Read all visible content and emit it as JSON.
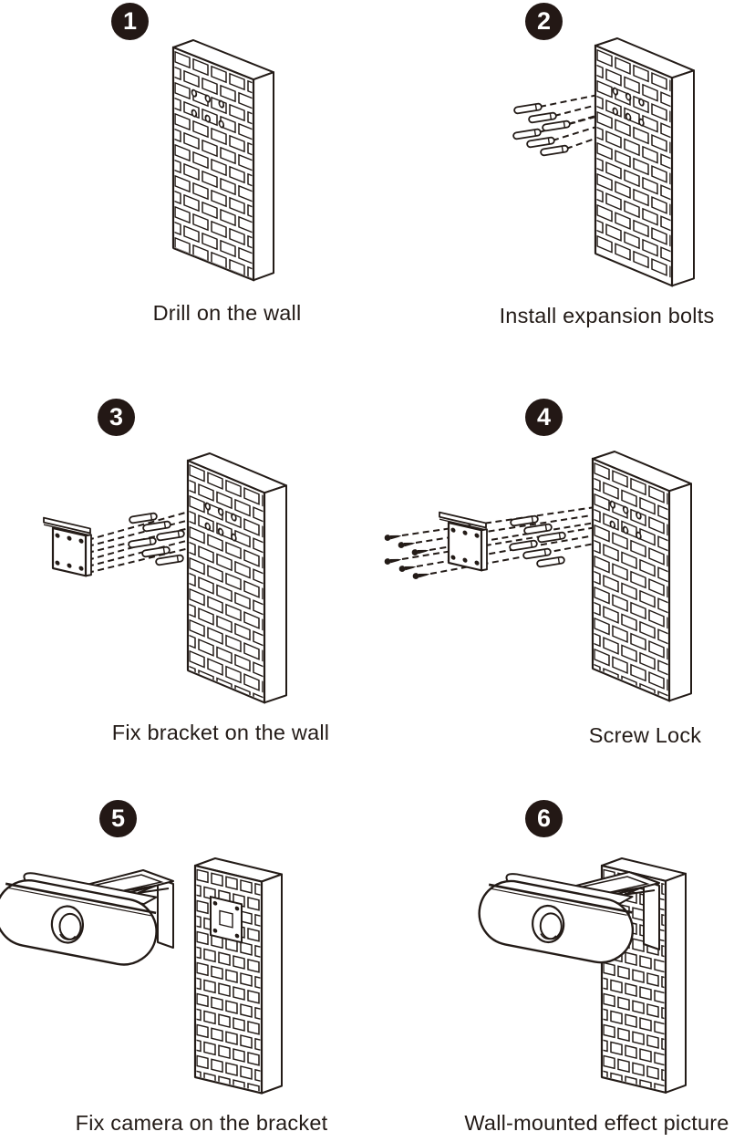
{
  "page": {
    "background_color": "#ffffff",
    "ink_color": "#231b17",
    "badge_color": "#231815",
    "badge_number_color": "#ffffff"
  },
  "steps": [
    {
      "number": "1",
      "caption": "Drill on the wall",
      "illustration": "brick-wall-with-drilled-holes"
    },
    {
      "number": "2",
      "caption": "Install expansion bolts",
      "illustration": "expansion-bolts-inserted-into-wall-holes"
    },
    {
      "number": "3",
      "caption": "Fix bracket on the wall",
      "illustration": "bracket-plate-and-bolts-aligned-to-wall"
    },
    {
      "number": "4",
      "caption": "Screw Lock",
      "illustration": "screws-bracket-and-bolts-aligned-to-wall"
    },
    {
      "number": "5",
      "caption": "Fix camera on the bracket",
      "illustration": "camera-with-hook-bracket-aligned-to-wall-plate"
    },
    {
      "number": "6",
      "caption": "Wall-mounted effect picture",
      "illustration": "camera-mounted-on-wall"
    }
  ]
}
